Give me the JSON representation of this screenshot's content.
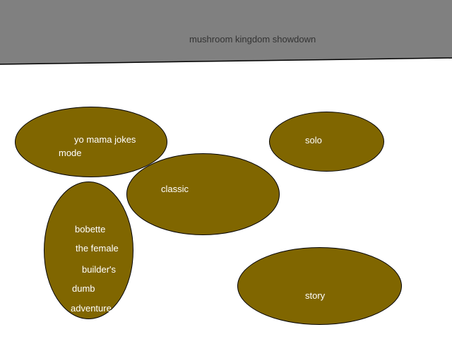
{
  "header": {
    "title": "mushroom kingdom showdown",
    "background_color": "#808080",
    "border_color": "#000000"
  },
  "modes": {
    "color": "#806600",
    "text_color": "#ffffff",
    "yo_mama": {
      "lines": [
        "yo mama jokes",
        "mode"
      ]
    },
    "solo": {
      "label": "solo"
    },
    "classic": {
      "label": "classic"
    },
    "bobette": {
      "lines": [
        "bobette",
        "the female",
        "builder's",
        "dumb",
        "adventure"
      ]
    },
    "story": {
      "label": "story"
    }
  }
}
